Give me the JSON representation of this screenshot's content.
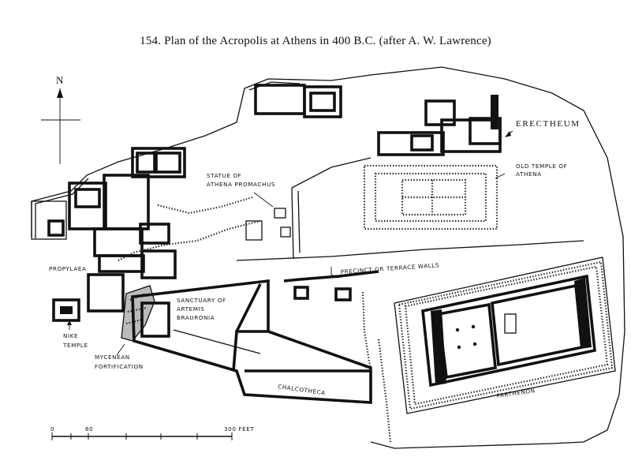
{
  "title": "154. Plan of the Acropolis at Athens in 400 B.C. (after A. W. Lawrence)",
  "compass": {
    "label": "N",
    "icon": "north-arrow-icon"
  },
  "labels": {
    "erectheum": "ERECTHEUM",
    "old_temple_1": "OLD TEMPLE OF",
    "old_temple_2": "ATHENA",
    "statue_1": "STATUE OF",
    "statue_2": "ATHENA PROMACHUS",
    "precinct": "PRECINCT OR TERRACE WALLS",
    "propylaea": "PROPYLAEA",
    "sanctuary_1": "SANCTUARY OF",
    "sanctuary_2": "ARTEMIS",
    "sanctuary_3": "BRAURONIA",
    "nike_1": "NIKE",
    "nike_2": "TEMPLE",
    "mycenean_1": "MYCENEAN",
    "mycenean_2": "FORTIFICATION",
    "chalcotheca": "CHALCOTHECA",
    "parthenon": "PARTHENON"
  },
  "scale_bar": {
    "start": "0",
    "mid": "60",
    "end": "300 FEET"
  }
}
